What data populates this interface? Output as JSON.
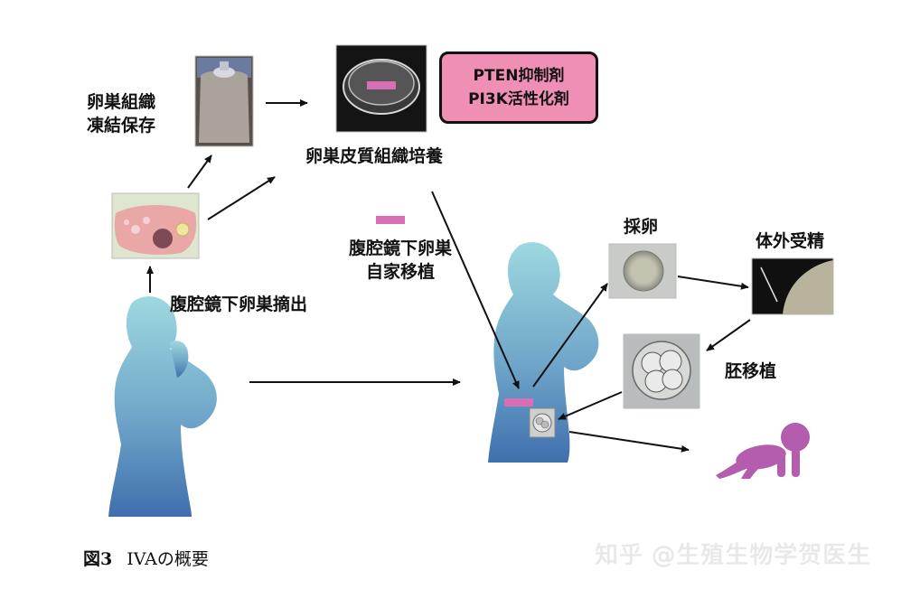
{
  "labels": {
    "ovary_freeze": [
      "卵巣組織",
      "凍結保存"
    ],
    "cortex_culture": "卵巣皮質組織培養",
    "drugs": [
      "PTEN抑制剤",
      "PI3K活性化剤"
    ],
    "laparoscopic_removal": "腹腔鏡下卵巣摘出",
    "autotransplant": [
      "腹腔鏡下卵巣",
      "自家移植"
    ],
    "egg_retrieval": "採卵",
    "ivf": "体外受精",
    "embryo_transfer": "胚移植"
  },
  "caption": {
    "figure_no": "図3",
    "title": "IVAの概要"
  },
  "watermark": "知乎 @生殖生物学贺医生",
  "colors": {
    "silhouette_top": "#9ed8df",
    "silhouette_bottom": "#3f6fae",
    "baby": "#b45cad",
    "drug_box": "#f08fb5",
    "tissue_strip": "#d86fb4"
  }
}
